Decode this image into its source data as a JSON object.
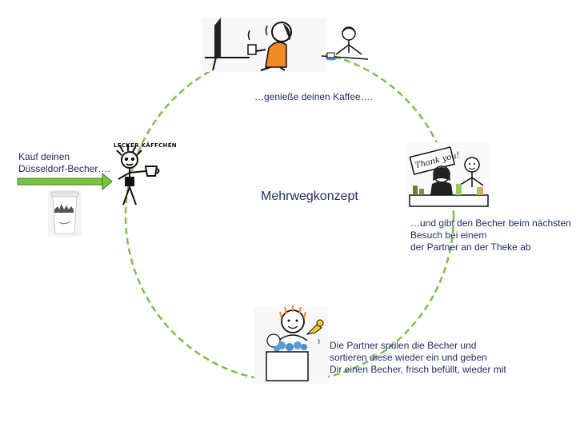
{
  "diagram": {
    "title": "Mehrwegkonzept",
    "step_buy": [
      "Kauf deinen",
      "Düsseldorf-Becher…."
    ],
    "step_enjoy": "…genieße deinen Kaffee….",
    "step_return": [
      "…und gibt den Becher beim nächsten",
      "Besuch bei einem",
      "der Partner an der Theke ab"
    ],
    "step_wash": [
      "Die Partner spülen die Becher und",
      "sortieren diese wieder ein und geben",
      "Dir einen Becher, frisch befüllt, wieder mit"
    ],
    "character_sign": "LECKER KÄFFCHEN",
    "thank_you_sign": "Thank you!"
  },
  "colors": {
    "circle": "#7dc242",
    "arrow_fill": "#7dc242",
    "text": "#1f2d6b",
    "accent_orange": "#f08a24"
  }
}
